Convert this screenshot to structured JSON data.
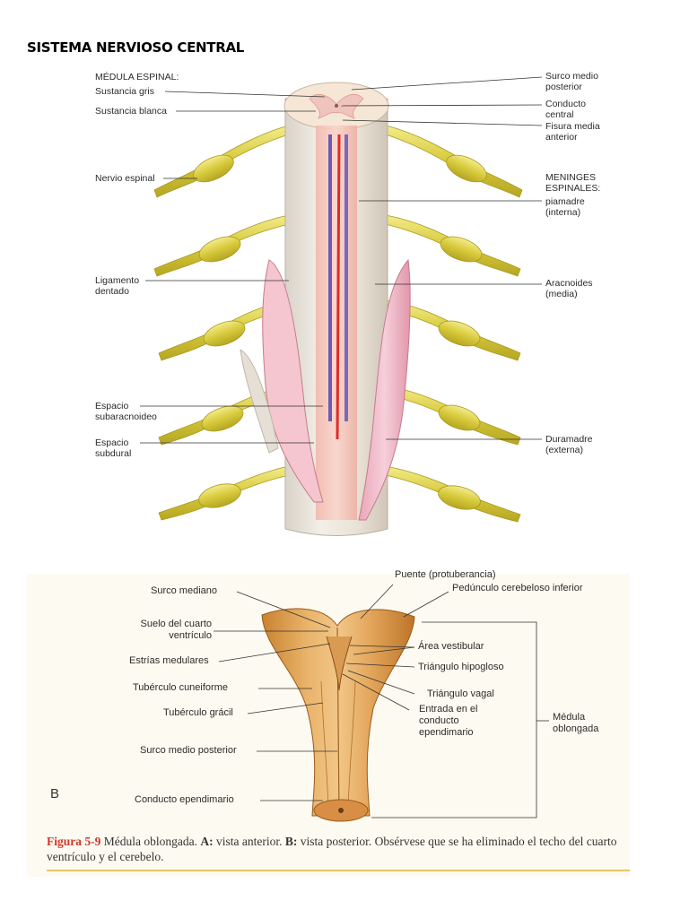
{
  "page_title": "SISTEMA NERVIOSO CENTRAL",
  "figure_top": {
    "heading": "MÉDULA ESPINAL:",
    "labels_left": {
      "sustancia_gris": "Sustancia gris",
      "sustancia_blanca": "Sustancia blanca",
      "nervio_espinal": "Nervio espinal",
      "ligamento_dentado": "Ligamento\ndentado",
      "espacio_subaracnoideo": "Espacio\nsubaracnoideo",
      "espacio_subdural": "Espacio\nsubdural"
    },
    "labels_right": {
      "surco_medio_posterior": "Surco medio\nposterior",
      "conducto_central": "Conducto\ncentral",
      "fisura_media_anterior": "Fisura media\nanterior",
      "meninges": "MENINGES\nESPINALES:",
      "piamadre": "piamadre\n(interna)",
      "aracnoides": "Aracnoides\n(media)",
      "duramadre": "Duramadre\n(externa)"
    }
  },
  "figure_bottom": {
    "panel_letter": "B",
    "labels_left": {
      "surco_mediano": "Surco mediano",
      "suelo": "Suelo del cuarto\nventrículo",
      "estrias": "Estrías medulares",
      "cuneiforme": "Tubérculo cuneiforme",
      "gracil": "Tubérculo grácil",
      "surco_medio_posterior": "Surco medio posterior",
      "conducto_ependimario": "Conducto ependimario"
    },
    "labels_right": {
      "puente": "Puente (protuberancia)",
      "peduncolo": "Pedúnculo cerebeloso inferior",
      "area_vestibular": "Área vestibular",
      "triangulo_hipogloso": "Triángulo hipogloso",
      "triangulo_vagal": "Triángulo vagal",
      "entrada": "Entrada en el\nconducto\nependimario",
      "medula_oblongada": "Médula\noblongada"
    },
    "caption": {
      "fig_number": "Figura 5-9",
      "text_pre": " Médula oblongada. ",
      "a": "A:",
      "text_a": " vista anterior. ",
      "b": "B:",
      "text_b": " vista posterior. Obsérvese que se ha eliminado el techo del cuarto ventrículo y el cerebelo."
    }
  }
}
